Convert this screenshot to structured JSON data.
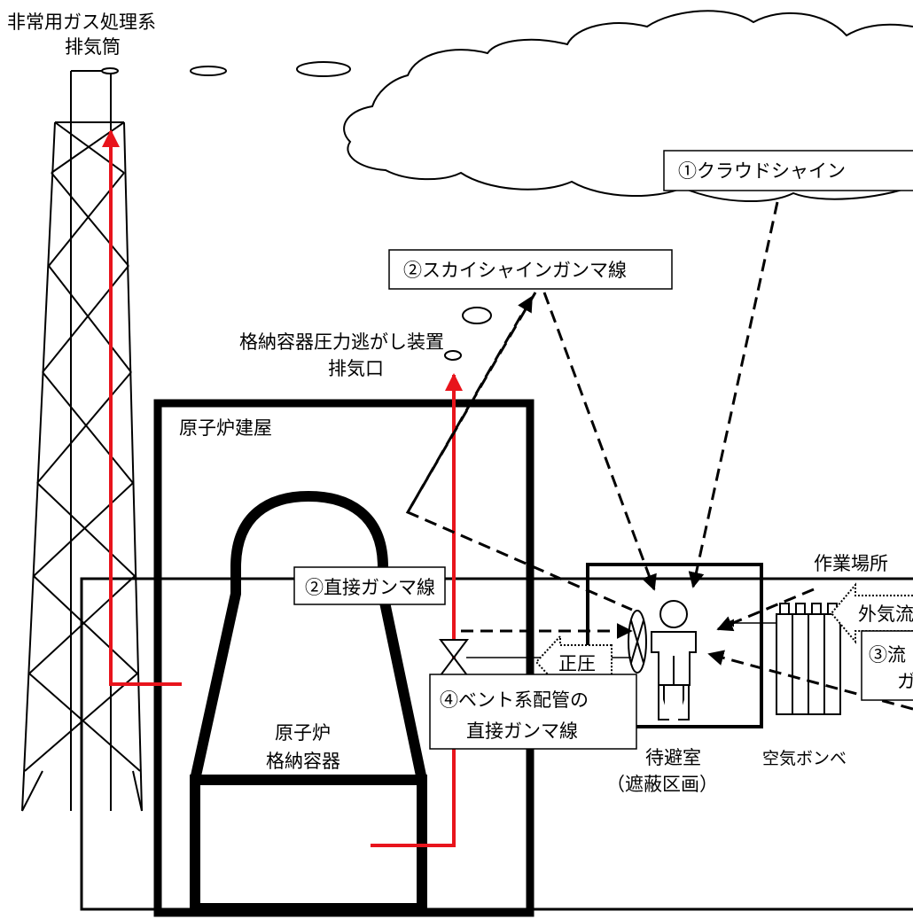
{
  "labels": {
    "stack_line1": "非常用ガス処理系",
    "stack_line2": "排気筒",
    "cloudshine": "①クラウドシャイン",
    "skyshine": "②スカイシャインガンマ線",
    "vent_line1": "格納容器圧力逃がし装置",
    "vent_line2": "排気口",
    "reactor_building": "原子炉建屋",
    "direct_gamma": "②直接ガンマ線",
    "workplace": "作業場所",
    "outside_air": "外気流",
    "inflow_line1": "③流",
    "inflow_line2": "ガ",
    "positive_pressure": "正圧",
    "reactor_line1": "原子炉",
    "reactor_line2": "格納容器",
    "vent_pipe_line1": "④ベント系配管の",
    "vent_pipe_line2": "直接ガンマ線",
    "shelter_line1": "待避室",
    "shelter_line2": "（遮蔽区画）",
    "air_cylinders": "空気ボンベ"
  },
  "colors": {
    "vent_flow": "#e8141c",
    "line": "#000000",
    "background": "#ffffff"
  },
  "icons": {
    "person": "person-icon",
    "fan": "fan-icon",
    "valve": "valve-icon",
    "cylinders": "air-cylinder-icon"
  }
}
